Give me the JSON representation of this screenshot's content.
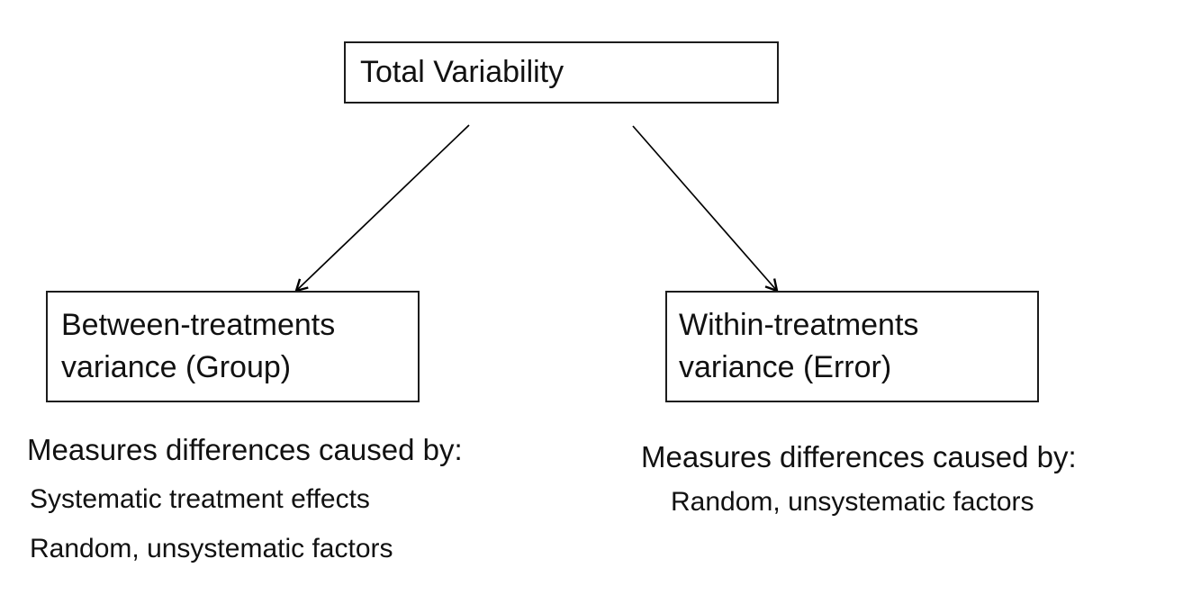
{
  "diagram": {
    "title_node": {
      "label": "Total Variability"
    },
    "between_node": {
      "line1": "Between-treatments",
      "line2": "variance (Group)"
    },
    "within_node": {
      "line1": "Within-treatments",
      "line2": "variance (Error)"
    },
    "left_description": {
      "heading": "Measures differences caused by:",
      "items": [
        "Systematic treatment effects",
        "Random, unsystematic factors"
      ]
    },
    "right_description": {
      "heading": "Measures differences caused by:",
      "items": [
        "Random, unsystematic factors"
      ]
    },
    "colors": {
      "background": "#ffffff",
      "line": "#000000",
      "border": "#1c1c1c",
      "text": "#111111"
    }
  }
}
